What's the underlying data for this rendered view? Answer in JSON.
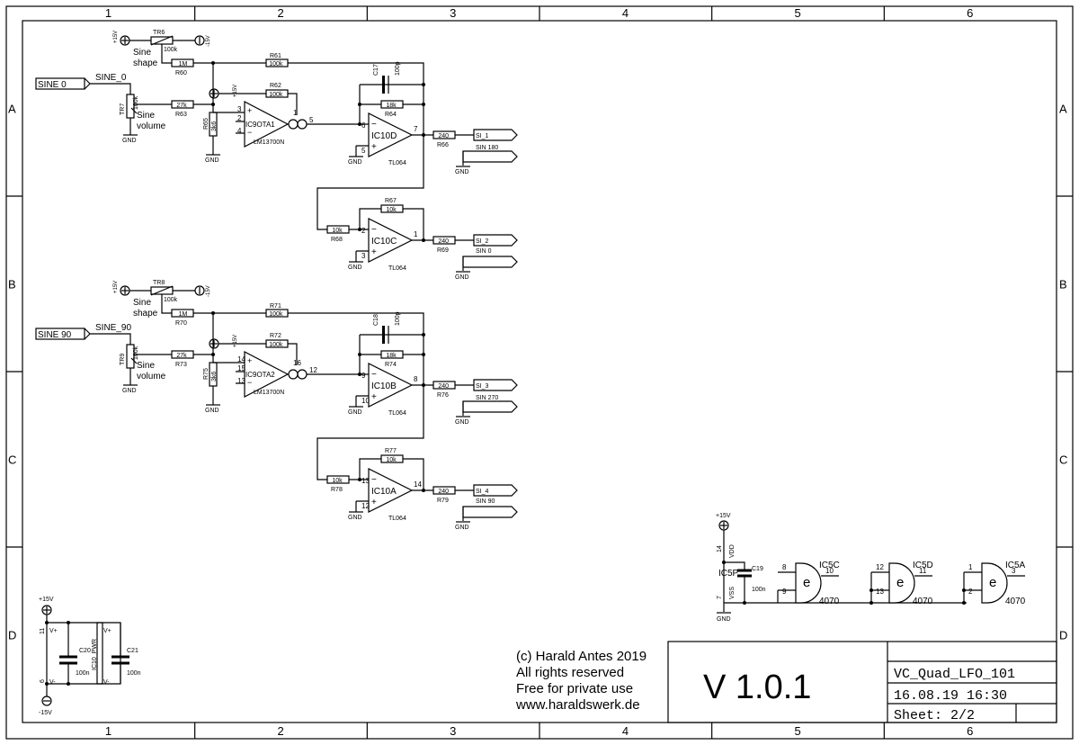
{
  "frame": {
    "columns": [
      "1",
      "2",
      "3",
      "4",
      "5",
      "6"
    ],
    "rows": [
      "A",
      "B",
      "C",
      "D"
    ]
  },
  "section1": {
    "input_port": "SINE 0",
    "input_net": "SINE_0",
    "shape_label": [
      "Sine",
      "shape"
    ],
    "volume_label": [
      "Sine",
      "volume"
    ],
    "pos": "+15V",
    "neg": "-15V",
    "gnd": "GND",
    "tr_shape": {
      "ref": "TR6",
      "val": "100k"
    },
    "tr_volume": {
      "ref": "TR7",
      "val": "100k"
    },
    "r_1m": {
      "ref": "R60",
      "val": "1M"
    },
    "r_27k": {
      "ref": "R63",
      "val": "27k"
    },
    "r_fb": {
      "ref": "R61",
      "val": "100k"
    },
    "r_ota": {
      "ref": "R62",
      "val": "100k"
    },
    "r_3k6": {
      "ref": "R65",
      "val": "3k6"
    },
    "cap": {
      "ref": "C17",
      "val": "100p"
    },
    "r_18k": {
      "ref": "R64",
      "val": "18k"
    },
    "ota": {
      "ref": "IC9OTA1",
      "part": "LM13700N",
      "pins": [
        "3",
        "2",
        "4",
        "1",
        "5"
      ]
    },
    "op_a": {
      "ref": "IC10D",
      "part": "TL064",
      "pins": [
        "6",
        "5",
        "7"
      ]
    },
    "r_out_a": {
      "ref": "R66",
      "val": "240"
    },
    "out_a_net": "SI_1",
    "out_a_label": "SIN 180",
    "r_inv_fb": {
      "ref": "R67",
      "val": "10k"
    },
    "r_inv_in": {
      "ref": "R68",
      "val": "10k"
    },
    "op_b": {
      "ref": "IC10C",
      "part": "TL064",
      "pins": [
        "2",
        "3",
        "1"
      ]
    },
    "r_out_b": {
      "ref": "R69",
      "val": "240"
    },
    "out_b_net": "SI_2",
    "out_b_label": "SIN 0"
  },
  "section2": {
    "input_port": "SINE 90",
    "input_net": "SINE_90",
    "shape_label": [
      "Sine",
      "shape"
    ],
    "volume_label": [
      "Sine",
      "volume"
    ],
    "pos": "+15V",
    "neg": "-15V",
    "gnd": "GND",
    "tr_shape": {
      "ref": "TR8",
      "val": "100k"
    },
    "tr_volume": {
      "ref": "TR9",
      "val": "100k"
    },
    "r_1m": {
      "ref": "R70",
      "val": "1M"
    },
    "r_27k": {
      "ref": "R73",
      "val": "27k"
    },
    "r_fb": {
      "ref": "R71",
      "val": "100k"
    },
    "r_ota": {
      "ref": "R72",
      "val": "100k"
    },
    "r_3k6": {
      "ref": "R75",
      "val": "3k6"
    },
    "cap": {
      "ref": "C18",
      "val": "100p"
    },
    "r_18k": {
      "ref": "R74",
      "val": "18k"
    },
    "ota": {
      "ref": "IC9OTA2",
      "part": "LM13700N",
      "pins": [
        "14",
        "15",
        "13",
        "16",
        "12"
      ]
    },
    "op_a": {
      "ref": "IC10B",
      "part": "TL064",
      "pins": [
        "9",
        "10",
        "8"
      ]
    },
    "r_out_a": {
      "ref": "R76",
      "val": "240"
    },
    "out_a_net": "SI_3",
    "out_a_label": "SIN 270",
    "r_inv_fb": {
      "ref": "R77",
      "val": "10k"
    },
    "r_inv_in": {
      "ref": "R78",
      "val": "10k"
    },
    "op_b": {
      "ref": "IC10A",
      "part": "TL064",
      "pins": [
        "13",
        "12",
        "14"
      ]
    },
    "r_out_b": {
      "ref": "R79",
      "val": "240"
    },
    "out_b_net": "SI_4",
    "out_b_label": "SIN 90"
  },
  "power": {
    "pos": "+15V",
    "neg": "-15V",
    "pin_pos": "11",
    "pin_neg": "6",
    "vplus": "V+",
    "vminus": "V-",
    "ic": "IC10_PWR",
    "c20": {
      "ref": "C20",
      "val": "100n"
    },
    "c21": {
      "ref": "C21",
      "val": "100n"
    }
  },
  "gates": {
    "pos": "+15V",
    "gnd": "GND",
    "pwr_ref": "IC5P",
    "vdd": "VDD",
    "vss": "VSS",
    "vdd_pin": "14",
    "vss_pin": "7",
    "c19": {
      "ref": "C19",
      "val": "100n"
    },
    "symbol": "e",
    "part": "4070",
    "list": [
      {
        "ref": "IC5C",
        "in1": "8",
        "in2": "9",
        "out": "10"
      },
      {
        "ref": "IC5D",
        "in1": "12",
        "in2": "13",
        "out": "11"
      },
      {
        "ref": "IC5A",
        "in1": "1",
        "in2": "2",
        "out": "3"
      }
    ]
  },
  "copyright": [
    "(c) Harald Antes 2019",
    "All rights reserved",
    "Free for private use",
    "www.haraldswerk.de"
  ],
  "title_block": {
    "version": "V 1.0.1",
    "name": "VC_Quad_LFO_101",
    "date": "16.08.19 16:30",
    "sheet": "Sheet: 2/2"
  }
}
